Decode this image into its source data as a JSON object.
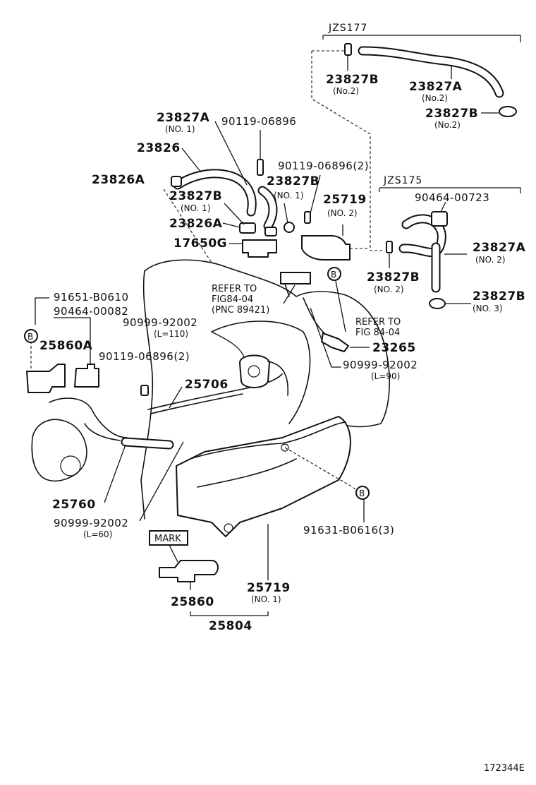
{
  "header_jzs177": "JZS177",
  "header_jzs175": "JZS175",
  "figure_id": "172344E",
  "callouts": [
    {
      "id": "c01",
      "part": "23827B",
      "note": "(No.2)"
    },
    {
      "id": "c02",
      "part": "23827A",
      "note": "(No.2)"
    },
    {
      "id": "c03",
      "part": "23827B",
      "note": "(No.2)"
    },
    {
      "id": "c04",
      "part": "23827A",
      "note": "(NO. 1)"
    },
    {
      "id": "c05",
      "part": "90119-06896",
      "note": ""
    },
    {
      "id": "c06",
      "part": "23826",
      "note": ""
    },
    {
      "id": "c07",
      "part": "90119-06896(2)",
      "note": ""
    },
    {
      "id": "c08",
      "part": "23826A",
      "note": ""
    },
    {
      "id": "c09",
      "part": "23827B",
      "note": "(NO. 1)"
    },
    {
      "id": "c10",
      "part": "23827B",
      "note": "(NO. 1)"
    },
    {
      "id": "c11",
      "part": "25719",
      "note": "(NO. 2)"
    },
    {
      "id": "c12",
      "part": "23826A",
      "note": ""
    },
    {
      "id": "c13",
      "part": "17650G",
      "note": ""
    },
    {
      "id": "c14",
      "part": "90464-00723",
      "note": ""
    },
    {
      "id": "c15",
      "part": "23827A",
      "note": "(NO. 2)"
    },
    {
      "id": "c16",
      "part": "23827B",
      "note": "(NO. 2)"
    },
    {
      "id": "c17",
      "part": "23827B",
      "note": "(NO. 3)"
    },
    {
      "id": "c18",
      "part": "91651-B0610",
      "note": ""
    },
    {
      "id": "c19",
      "part": "90464-00082",
      "note": ""
    },
    {
      "id": "c20",
      "part": "90999-92002",
      "note": "(L=110)"
    },
    {
      "id": "c21",
      "part": "25860A",
      "note": ""
    },
    {
      "id": "c22",
      "part": "90119-06896(2)",
      "note": ""
    },
    {
      "id": "c23",
      "part": "23265",
      "note": ""
    },
    {
      "id": "c24",
      "part": "90999-92002",
      "note": "(L=90)"
    },
    {
      "id": "c25",
      "part": "25706",
      "note": ""
    },
    {
      "id": "c26",
      "part": "25760",
      "note": ""
    },
    {
      "id": "c27",
      "part": "90999-92002",
      "note": "(L=60)"
    },
    {
      "id": "c28",
      "part": "91631-B0616(3)",
      "note": ""
    },
    {
      "id": "c29",
      "part": "25719",
      "note": "(NO. 1)"
    },
    {
      "id": "c30",
      "part": "25860",
      "note": ""
    },
    {
      "id": "c31",
      "part": "25804",
      "note": ""
    }
  ],
  "references": [
    {
      "line1": "REFER TO",
      "line2": "FIG84-04",
      "line3": "(PNC 89421)"
    },
    {
      "line1": "REFER TO",
      "line2": "FIG 84-04",
      "line3": ""
    }
  ],
  "mark_label": "MARK",
  "markers": [
    "B",
    "B",
    "B"
  ]
}
